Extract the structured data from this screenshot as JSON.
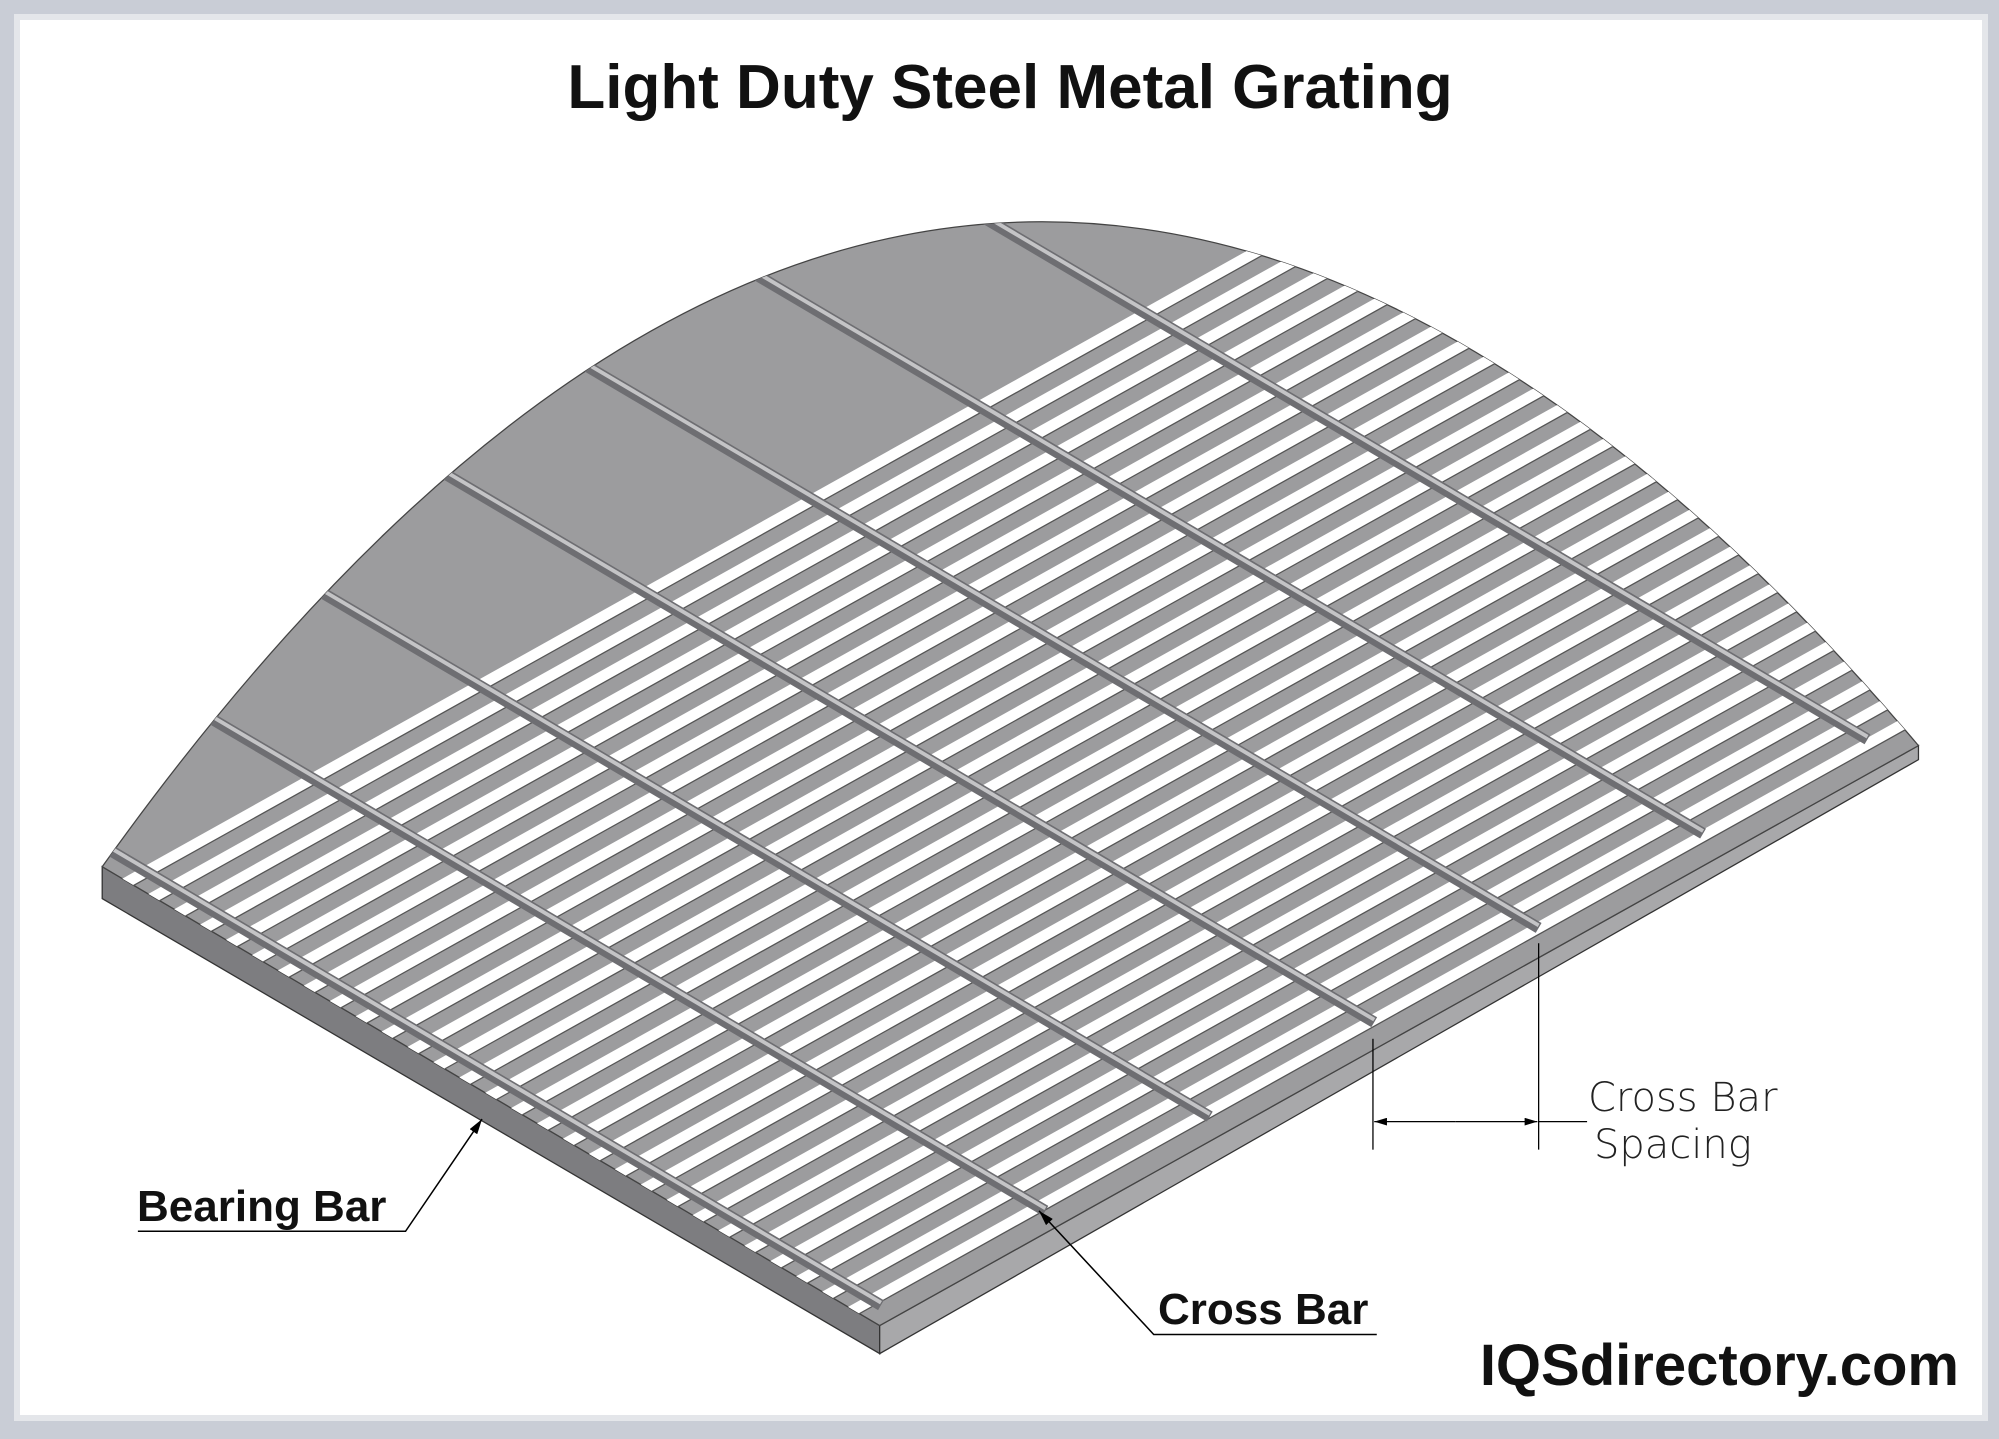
{
  "title": "Light Duty Steel Metal Grating",
  "labels": {
    "bearing_bar": "Bearing Bar",
    "cross_bar": "Cross Bar",
    "cross_bar_spacing_line1": "Cross Bar",
    "cross_bar_spacing_line2": "Spacing"
  },
  "brand": "IQSdirectory.com",
  "colors": {
    "frame": "#c9cdd6",
    "steel": "#9c9c9e",
    "side": "#7d7d80",
    "slot": "#ffffff"
  }
}
